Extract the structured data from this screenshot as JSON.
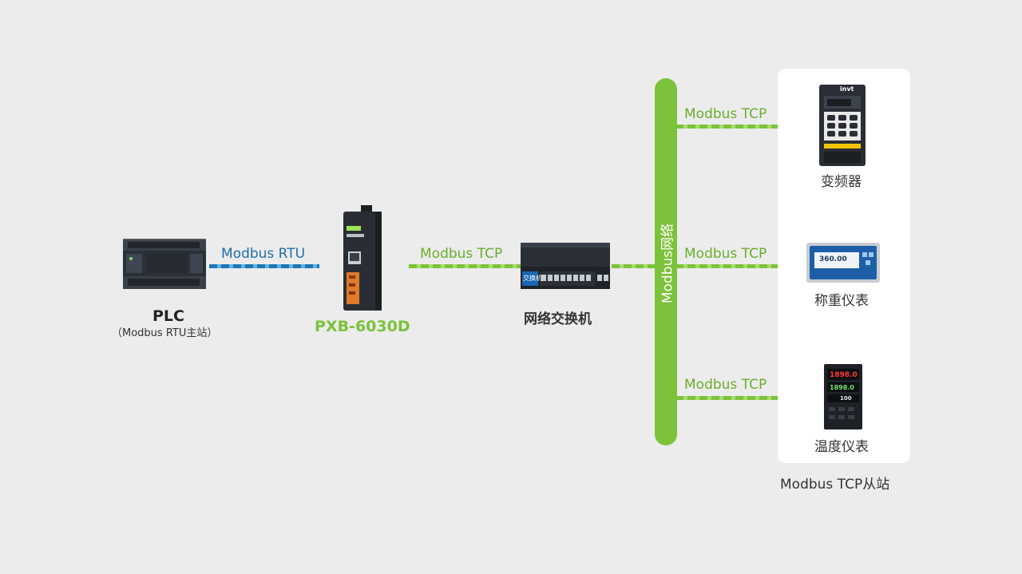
{
  "plc": {
    "name": "PLC",
    "subtitle": "（Modbus RTU主站）",
    "icon": "plc-icon"
  },
  "gateway": {
    "name": "PXB-6030D",
    "icon": "gateway-icon"
  },
  "switch": {
    "name": "网络交换机",
    "panel_text": "交换机",
    "icon": "network-switch-icon"
  },
  "bus": {
    "label": "Modbus网络"
  },
  "links": {
    "plc_gateway": "Modbus RTU",
    "gateway_switch": "Modbus TCP",
    "bus_slave1": "Modbus TCP",
    "bus_slave2": "Modbus TCP",
    "bus_slave3": "Modbus TCP"
  },
  "slaves": {
    "title": "Modbus TCP从站",
    "items": [
      {
        "name": "变频器",
        "icon": "inverter-icon",
        "brand": "invt"
      },
      {
        "name": "称重仪表",
        "icon": "weighing-instrument-icon",
        "display": "360.00"
      },
      {
        "name": "温度仪表",
        "icon": "temperature-controller-icon",
        "display": [
          "1898.0",
          "1898.0",
          "100"
        ]
      }
    ]
  },
  "colors": {
    "green": "#7cc23a",
    "blue": "#1e76b5",
    "background": "#ececec"
  }
}
